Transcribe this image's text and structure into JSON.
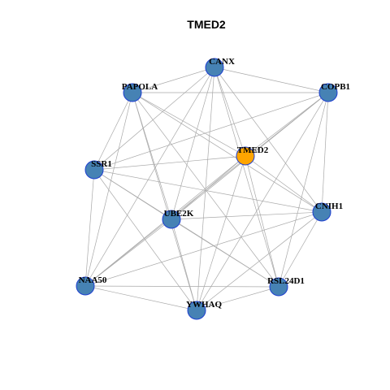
{
  "title": "TMED2",
  "colors": {
    "hub_fill": "#FFA500",
    "node_fill": "#4682B4",
    "node_stroke": "#1E3FD0",
    "edge": "#A9A9A9"
  },
  "nodes": [
    {
      "id": "TMED2",
      "hub": true
    },
    {
      "id": "CANX"
    },
    {
      "id": "PAPOLA"
    },
    {
      "id": "COPB1"
    },
    {
      "id": "SSR1"
    },
    {
      "id": "CNIH1"
    },
    {
      "id": "UBE2K"
    },
    {
      "id": "NAA50"
    },
    {
      "id": "RSL24D1"
    },
    {
      "id": "YWHAQ"
    }
  ],
  "edges": [
    [
      "CANX",
      "PAPOLA"
    ],
    [
      "CANX",
      "COPB1"
    ],
    [
      "CANX",
      "TMED2"
    ],
    [
      "CANX",
      "SSR1"
    ],
    [
      "CANX",
      "UBE2K"
    ],
    [
      "CANX",
      "CNIH1"
    ],
    [
      "CANX",
      "NAA50"
    ],
    [
      "CANX",
      "YWHAQ"
    ],
    [
      "CANX",
      "RSL24D1"
    ],
    [
      "PAPOLA",
      "COPB1"
    ],
    [
      "PAPOLA",
      "TMED2"
    ],
    [
      "PAPOLA",
      "SSR1"
    ],
    [
      "PAPOLA",
      "UBE2K"
    ],
    [
      "PAPOLA",
      "NAA50"
    ],
    [
      "PAPOLA",
      "YWHAQ"
    ],
    [
      "PAPOLA",
      "RSL24D1"
    ],
    [
      "PAPOLA",
      "CNIH1"
    ],
    [
      "COPB1",
      "TMED2"
    ],
    [
      "COPB1",
      "SSR1"
    ],
    [
      "COPB1",
      "UBE2K"
    ],
    [
      "COPB1",
      "CNIH1"
    ],
    [
      "COPB1",
      "NAA50"
    ],
    [
      "COPB1",
      "YWHAQ"
    ],
    [
      "COPB1",
      "RSL24D1"
    ],
    [
      "TMED2",
      "SSR1"
    ],
    [
      "TMED2",
      "UBE2K"
    ],
    [
      "TMED2",
      "CNIH1"
    ],
    [
      "TMED2",
      "NAA50"
    ],
    [
      "TMED2",
      "YWHAQ"
    ],
    [
      "TMED2",
      "RSL24D1"
    ],
    [
      "SSR1",
      "UBE2K"
    ],
    [
      "SSR1",
      "CNIH1"
    ],
    [
      "SSR1",
      "NAA50"
    ],
    [
      "SSR1",
      "YWHAQ"
    ],
    [
      "SSR1",
      "RSL24D1"
    ],
    [
      "UBE2K",
      "CNIH1"
    ],
    [
      "UBE2K",
      "NAA50"
    ],
    [
      "UBE2K",
      "YWHAQ"
    ],
    [
      "UBE2K",
      "RSL24D1"
    ],
    [
      "CNIH1",
      "NAA50"
    ],
    [
      "CNIH1",
      "YWHAQ"
    ],
    [
      "CNIH1",
      "RSL24D1"
    ],
    [
      "NAA50",
      "YWHAQ"
    ],
    [
      "NAA50",
      "RSL24D1"
    ],
    [
      "YWHAQ",
      "RSL24D1"
    ]
  ]
}
